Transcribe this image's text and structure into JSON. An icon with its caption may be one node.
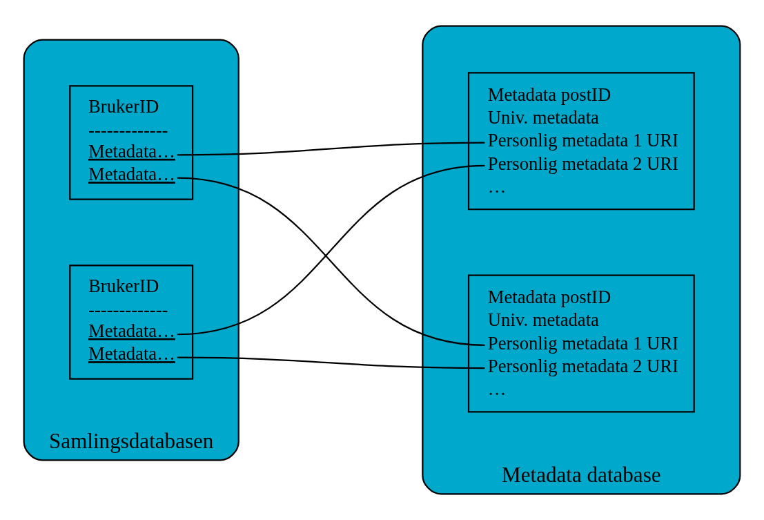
{
  "diagram": {
    "nodes": [
      {
        "text": [
          "Samlingsdatabasen"
        ]
      },
      {
        "text": [
          "BrukerID",
          "-------------",
          "Metadata…",
          "Metadata…"
        ],
        "in": 0
      },
      {
        "text": [
          "BrukerID",
          "-------------",
          "Metadata…",
          "Metadata…"
        ],
        "in": 0
      },
      {
        "text": [
          "Metadata database"
        ]
      },
      {
        "text": [
          "Metadata postID",
          "Univ. metadata",
          "Personlig metadata 1 URI",
          "Personlig metadata 2 URI",
          "…"
        ],
        "in": 3
      },
      {
        "text": [
          "Metadata postID",
          "Univ. metadata",
          "Personlig metadata 1 URI",
          "Personlig metadata 2 URI",
          "…"
        ],
        "in": 3
      }
    ],
    "edges": [
      {
        "from": 1,
        "to": 4,
        "arrow": "none"
      },
      {
        "from": 1,
        "to": 5,
        "arrow": "none"
      },
      {
        "from": 2,
        "to": 4,
        "arrow": "none"
      },
      {
        "from": 2,
        "to": 5,
        "arrow": "none"
      }
    ]
  }
}
